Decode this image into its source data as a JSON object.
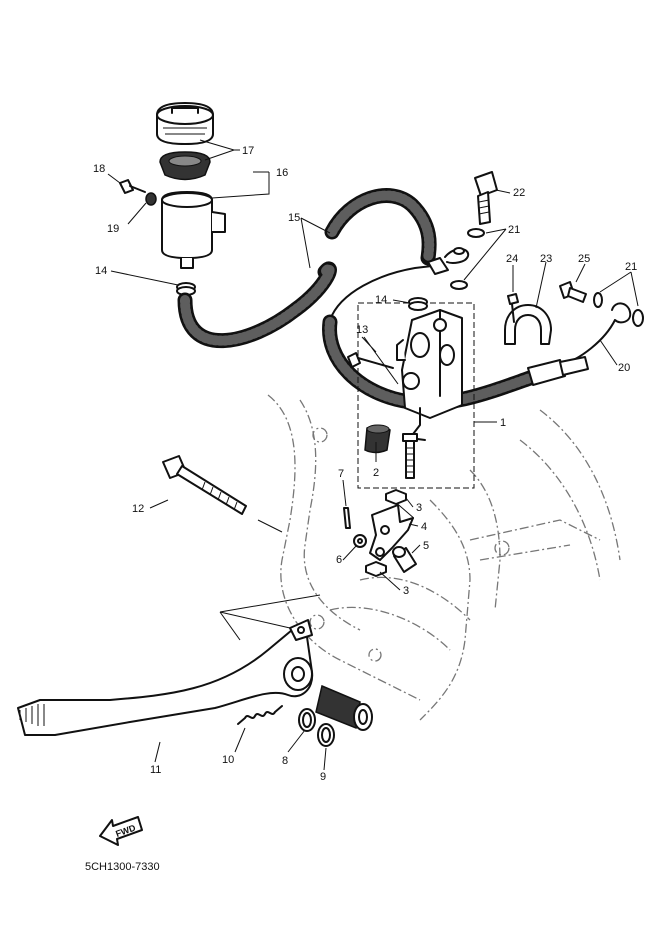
{
  "diagram": {
    "drawing_code": "5CH1300-7330",
    "fwd_label": "FWD",
    "callouts": [
      "1",
      "2",
      "3",
      "3",
      "4",
      "5",
      "6",
      "7",
      "8",
      "9",
      "10",
      "11",
      "12",
      "13",
      "14",
      "14",
      "15",
      "16",
      "17",
      "18",
      "19",
      "20",
      "21",
      "21",
      "22",
      "23",
      "24",
      "25"
    ]
  }
}
